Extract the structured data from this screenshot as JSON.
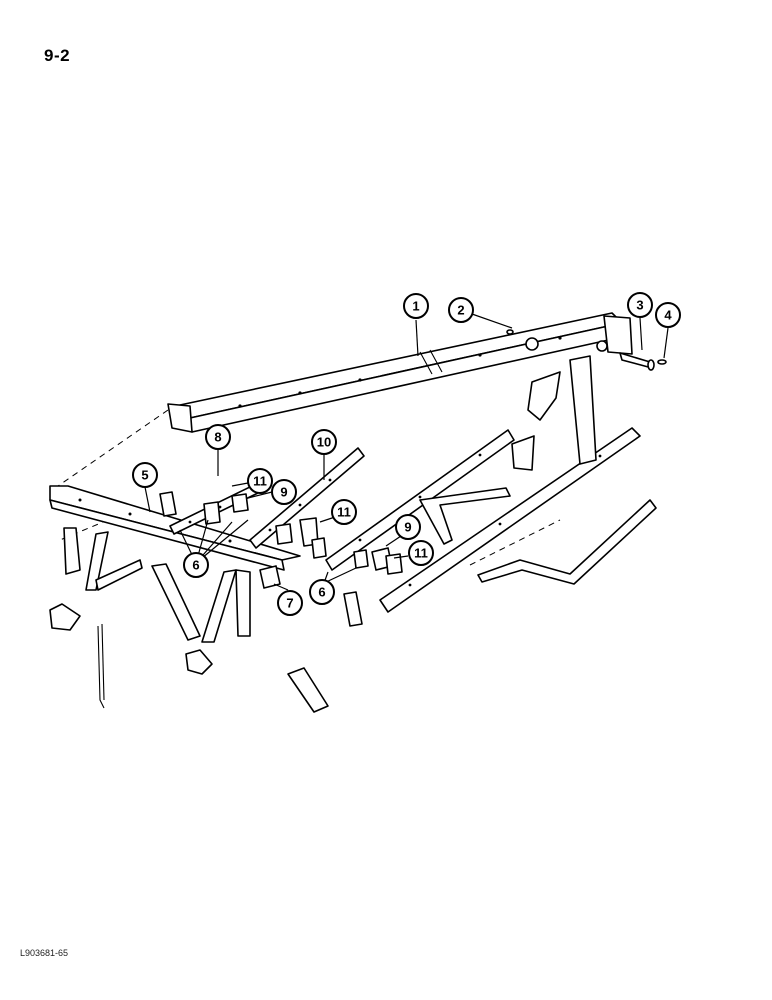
{
  "page": {
    "number": "9-2",
    "figure_code": "L903681-65"
  },
  "callouts": [
    {
      "id": "c1",
      "label": "1"
    },
    {
      "id": "c2",
      "label": "2"
    },
    {
      "id": "c3",
      "label": "3"
    },
    {
      "id": "c4",
      "label": "4"
    },
    {
      "id": "c5",
      "label": "5"
    },
    {
      "id": "c6a",
      "label": "6"
    },
    {
      "id": "c6b",
      "label": "6"
    },
    {
      "id": "c7",
      "label": "7"
    },
    {
      "id": "c8",
      "label": "8"
    },
    {
      "id": "c9a",
      "label": "9"
    },
    {
      "id": "c9b",
      "label": "9"
    },
    {
      "id": "c10",
      "label": "10"
    },
    {
      "id": "c11a",
      "label": "11"
    },
    {
      "id": "c11b",
      "label": "11"
    },
    {
      "id": "c11c",
      "label": "11"
    }
  ]
}
